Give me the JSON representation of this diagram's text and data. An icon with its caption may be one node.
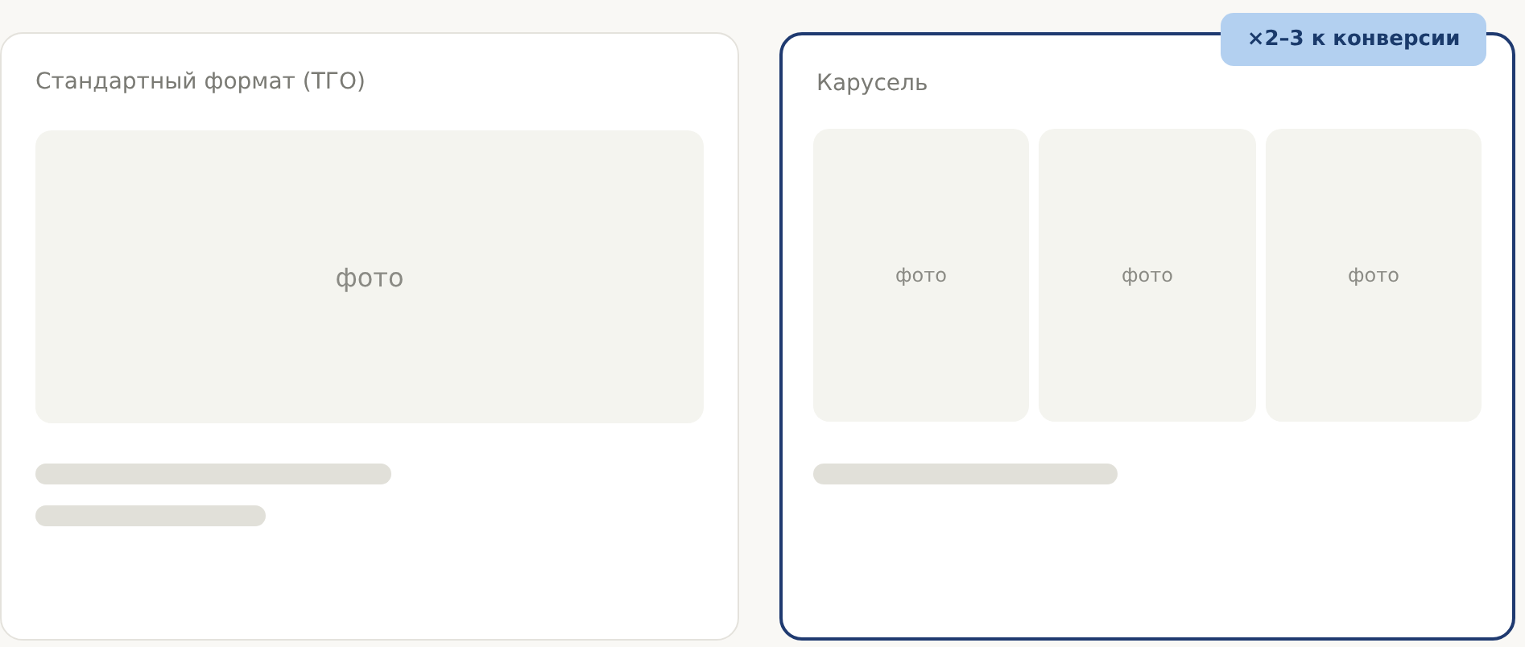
{
  "diagram": {
    "nodes": [
      {
        "text": [
          "Стандартный формат (ТГО)"
        ]
      },
      {
        "text": [
          "фото"
        ],
        "in": 0
      },
      {
        "text": [],
        "shape": "bar",
        "in": 0
      },
      {
        "text": [],
        "shape": "bar",
        "in": 0
      },
      {
        "text": [
          "Карусель"
        ]
      },
      {
        "text": [
          "×2–3 к конверсии"
        ]
      },
      {
        "text": [
          "фото"
        ],
        "in": 4
      },
      {
        "text": [
          "фото"
        ],
        "in": 4
      },
      {
        "text": [
          "фото"
        ],
        "in": 4
      },
      {
        "text": [],
        "shape": "bar",
        "in": 4
      }
    ]
  }
}
